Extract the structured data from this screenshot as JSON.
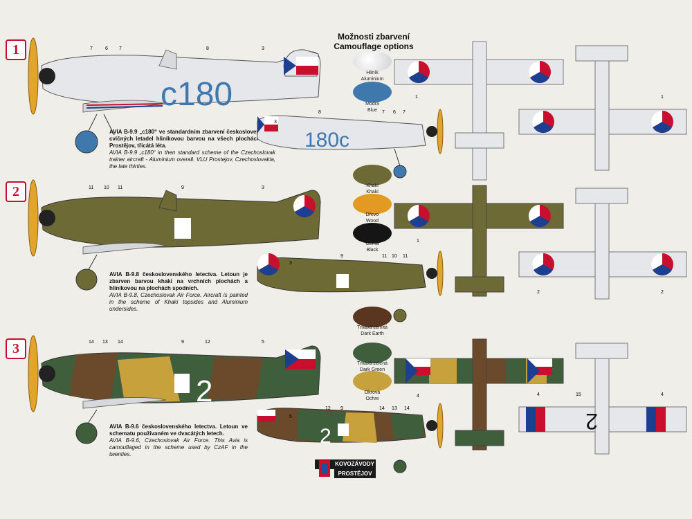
{
  "header": {
    "title_cz": "Možnosti zbarvení",
    "title_en": "Camouflage options"
  },
  "variants": [
    {
      "badge": "1",
      "fuselage_code": "c180",
      "small_code": "180c",
      "desc_cz": "AVIA B-9.9 „c180“ ve standardním zbarvení českoslo­venských cvičných letadel hliníkovou barvou na všech plochách. VLU Prostějov, třicátá léta.",
      "desc_en": "AVIA B-9.9 „c180“ in then standard scheme of the Czechoslovak trainer aircraft - Aluminium overall. VLU Prostejov, Czechoslovakia, the late thirties."
    },
    {
      "badge": "2",
      "desc_cz": "AVIA B-9.8 československého letectva. Letoun je zbarven barvou khaki na vrchních plochách a hliníkovou na plochách spodních.",
      "desc_en": "AVIA B-9.8, Czechoslovak Air Force. Aircraft is painted in the scheme of Khaki topsides and Aluminium undersides."
    },
    {
      "badge": "3",
      "fuselage_code": "2",
      "desc_cz": "AVIA B-9.6 československého letectva. Letoun ve schematu používaném ve dvacátých letech.",
      "desc_en": "AVIA B-9.6, Czechoslovak Air Force. This Avia is camouflaged in the scheme used by CzAF in the twenties."
    }
  ],
  "swatches": [
    {
      "cz": "Hliník",
      "en": "Aluminium",
      "color": "#e8e8ea"
    },
    {
      "cz": "Modrá",
      "en": "Blue",
      "color": "#3e78ac"
    },
    {
      "cz": "Khaki",
      "en": "Khaki",
      "color": "#6e6a35"
    },
    {
      "cz": "Dřevo",
      "en": "Wood",
      "color": "#e39a22"
    },
    {
      "cz": "Černá",
      "en": "Black",
      "color": "#151515"
    },
    {
      "cz": "Tmavá zemitá",
      "en": "Dark Earth",
      "color": "#5a3520"
    },
    {
      "cz": "Tmavá zelená",
      "en": "Dark Green",
      "color": "#3f5e3c"
    },
    {
      "cz": "Okrová",
      "en": "Ochre",
      "color": "#c7a23c"
    }
  ],
  "callouts": {
    "p1_side": [
      "7",
      "6",
      "7",
      "8",
      "3"
    ],
    "p1_small": [
      "8",
      "7",
      "6",
      "7",
      "3"
    ],
    "p1_plan": [
      "1",
      "1"
    ],
    "p2_side": [
      "11",
      "10",
      "11",
      "9",
      "3"
    ],
    "p2_small": [
      "9",
      "11",
      "10",
      "11",
      "3"
    ],
    "p2_plan": [
      "1",
      "2",
      "2"
    ],
    "p3_side": [
      "14",
      "13",
      "14",
      "9",
      "12",
      "5"
    ],
    "p3_small": [
      "12",
      "9",
      "14",
      "13",
      "14",
      "5"
    ],
    "p3_plan": [
      "4",
      "4",
      "15",
      "4"
    ]
  },
  "logo": {
    "line1": "KOVOZÁVODY",
    "line2": "PROSTĚJOV"
  },
  "colors": {
    "red": "#c8102e",
    "blue": "#1d3f8f",
    "aluminium": "#e2e3e6",
    "khaki": "#6e6a35",
    "wood": "#e39a22"
  }
}
